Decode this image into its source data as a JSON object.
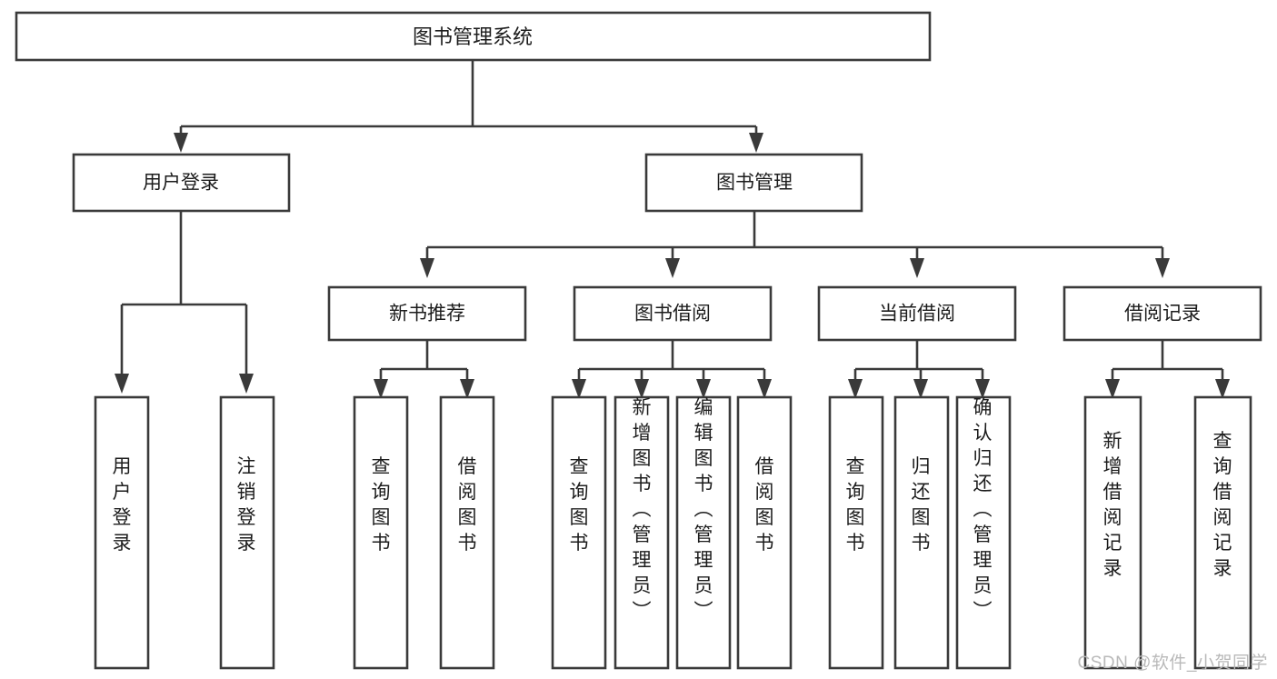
{
  "diagram": {
    "title": "图书管理系统",
    "type": "hierarchy-tree",
    "watermark": "CSDN @软件_小贺同学",
    "colors": {
      "stroke": "#3a3a3a",
      "fill": "#ffffff",
      "text": "#1c1c1c",
      "watermark": "#b9b9b9"
    },
    "levels": {
      "root": {
        "label": "图书管理系统"
      },
      "level2": [
        {
          "label": "用户登录"
        },
        {
          "label": "图书管理"
        }
      ],
      "level3": [
        {
          "label": "新书推荐"
        },
        {
          "label": "图书借阅"
        },
        {
          "label": "当前借阅"
        },
        {
          "label": "借阅记录"
        }
      ],
      "leaves": {
        "user_login": [
          {
            "label": "用户登录"
          },
          {
            "label": "注销登录"
          }
        ],
        "new_book_recommend": [
          {
            "label": "查询图书"
          },
          {
            "label": "借阅图书"
          }
        ],
        "book_borrow": [
          {
            "label": "查询图书"
          },
          {
            "label": "新增图书（管理员）"
          },
          {
            "label": "编辑图书（管理员）"
          },
          {
            "label": "借阅图书"
          }
        ],
        "current_borrow": [
          {
            "label": "查询图书"
          },
          {
            "label": "归还图书"
          },
          {
            "label": "确认归还（管理员）"
          }
        ],
        "borrow_record": [
          {
            "label": "新增借阅记录"
          },
          {
            "label": "查询借阅记录"
          }
        ]
      }
    }
  }
}
